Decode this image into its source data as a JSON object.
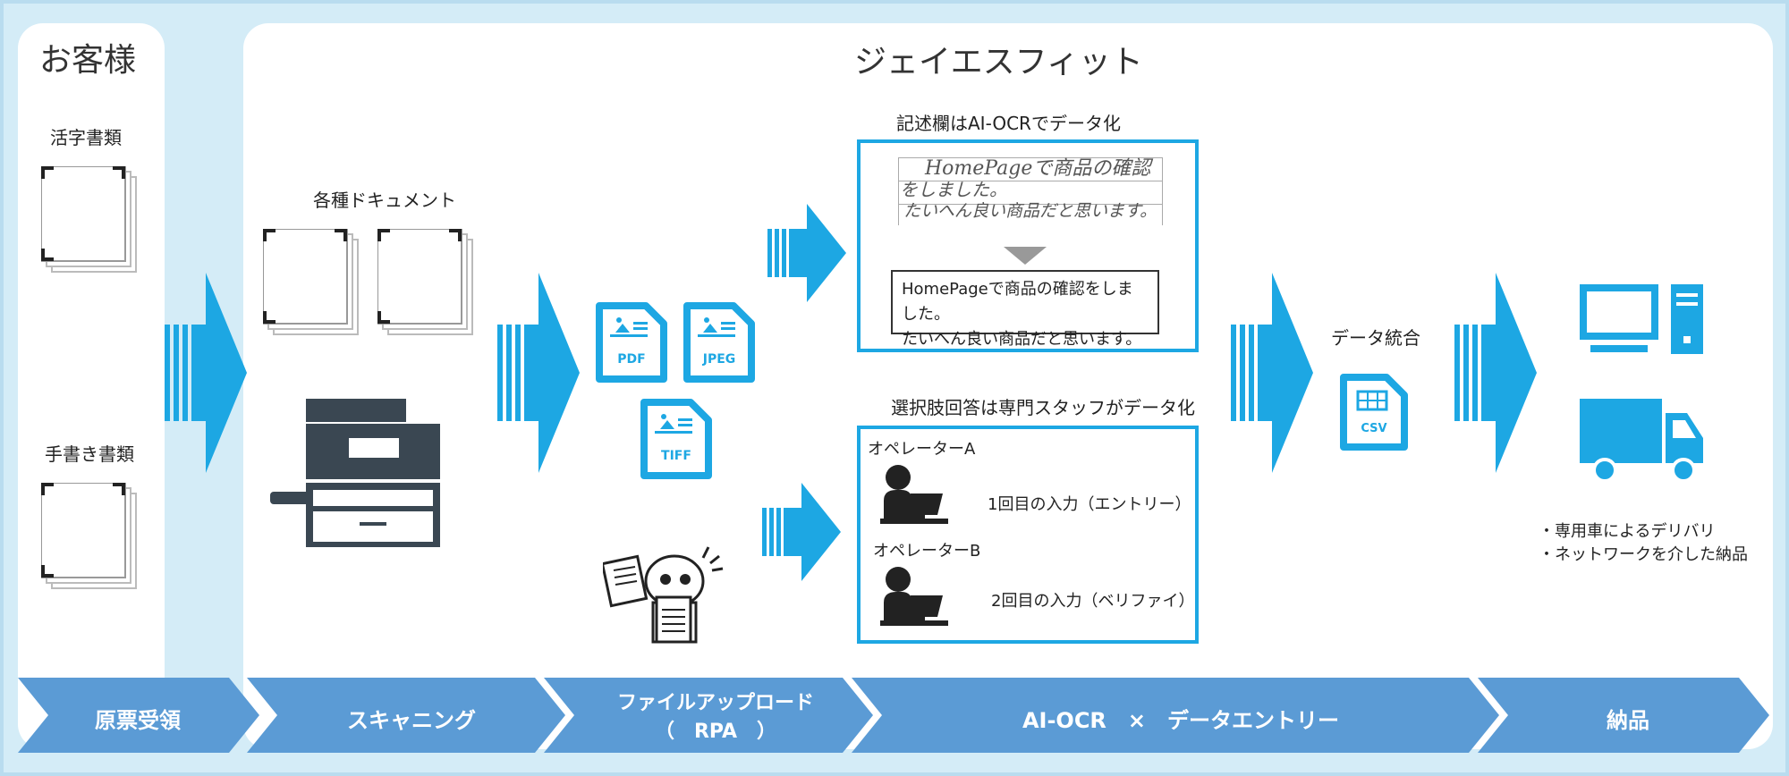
{
  "customer": {
    "title": "お客様",
    "typed_docs_label": "活字書類",
    "handwritten_docs_label": "手書き書類"
  },
  "company": {
    "title": "ジェイエスフィット"
  },
  "scanning": {
    "documents_label": "各種ドキュメント"
  },
  "upload": {
    "file_types": [
      "PDF",
      "JPEG",
      "TIFF"
    ]
  },
  "ocr": {
    "caption": "記述欄はAI-OCRでデータ化",
    "handwritten_lines": [
      "HomePageで商品の確認",
      "をしました。",
      "たいへん良い商品だと思います。"
    ],
    "result_lines": [
      "HomePageで商品の確認をしました。",
      "たいへん良い商品だと思います。"
    ]
  },
  "entry": {
    "caption": "選択肢回答は専門スタッフがデータ化",
    "operator_a": "オペレーターA",
    "operator_b": "オペレーターB",
    "first_input": "1回目の入力（エントリー）",
    "second_input": "2回目の入力（ベリファイ）"
  },
  "integration": {
    "label": "データ統合",
    "file_type": "CSV"
  },
  "delivery": {
    "notes": [
      "・専用車によるデリバリ",
      "・ネットワークを介した納品"
    ]
  },
  "stages": [
    {
      "label": "原票受領"
    },
    {
      "label": "スキャニング"
    },
    {
      "label": "ファイルアップロード",
      "sub": "（　RPA　）"
    },
    {
      "label": "AI-OCR　×　データエントリー"
    },
    {
      "label": "納品"
    }
  ],
  "colors": {
    "accent_blue": "#1da7e3",
    "stage_blue": "#5b9bd5",
    "panel_bg": "#d4ecf7"
  }
}
